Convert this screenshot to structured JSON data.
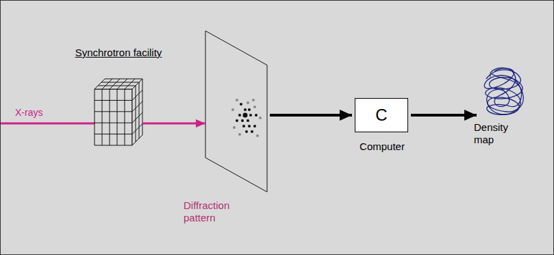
{
  "diagram": {
    "nodes": [
      {
        "text": [
          "Synchrotron facility"
        ]
      },
      {
        "text": [
          "Diffraction pattern"
        ]
      },
      {
        "text": [
          "C",
          "Computer"
        ]
      },
      {
        "text": [
          "Density map"
        ]
      }
    ],
    "edges": [
      {
        "from": 0,
        "to": 1,
        "arrow": "to"
      },
      {
        "from": 1,
        "to": 2,
        "arrow": "to"
      },
      {
        "from": 2,
        "to": 3,
        "arrow": "to"
      }
    ],
    "labels": [
      "X-rays"
    ]
  }
}
